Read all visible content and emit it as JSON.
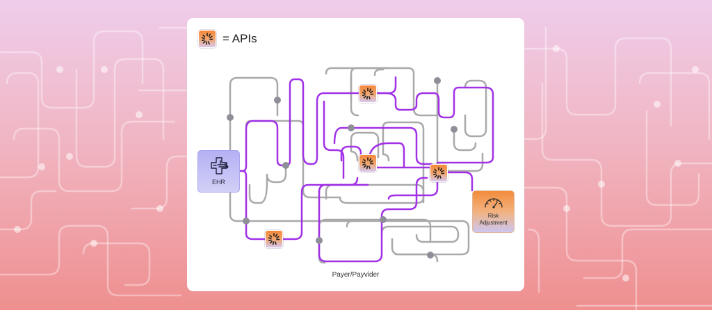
{
  "legend": {
    "icon": "api-spark-icon",
    "text": "= APIs"
  },
  "nodes": {
    "ehr": {
      "label": "EHR",
      "icon": "circuit-cross-icon"
    },
    "risk": {
      "label_line1": "Risk",
      "label_line2": "Adjustment",
      "icon": "gauge-icon"
    }
  },
  "caption": "Payer/Payvider",
  "colors": {
    "background_top": "#efcdeb",
    "background_bottom": "#ef8f8f",
    "pipe_gray": "#a9a9ab",
    "pipe_purple": "#a131e6",
    "node_dot": "#8f8f99",
    "api_orange": "#f4873a",
    "api_lavender": "#d6c7ef",
    "ehr_purple": "#b4b1f4"
  }
}
